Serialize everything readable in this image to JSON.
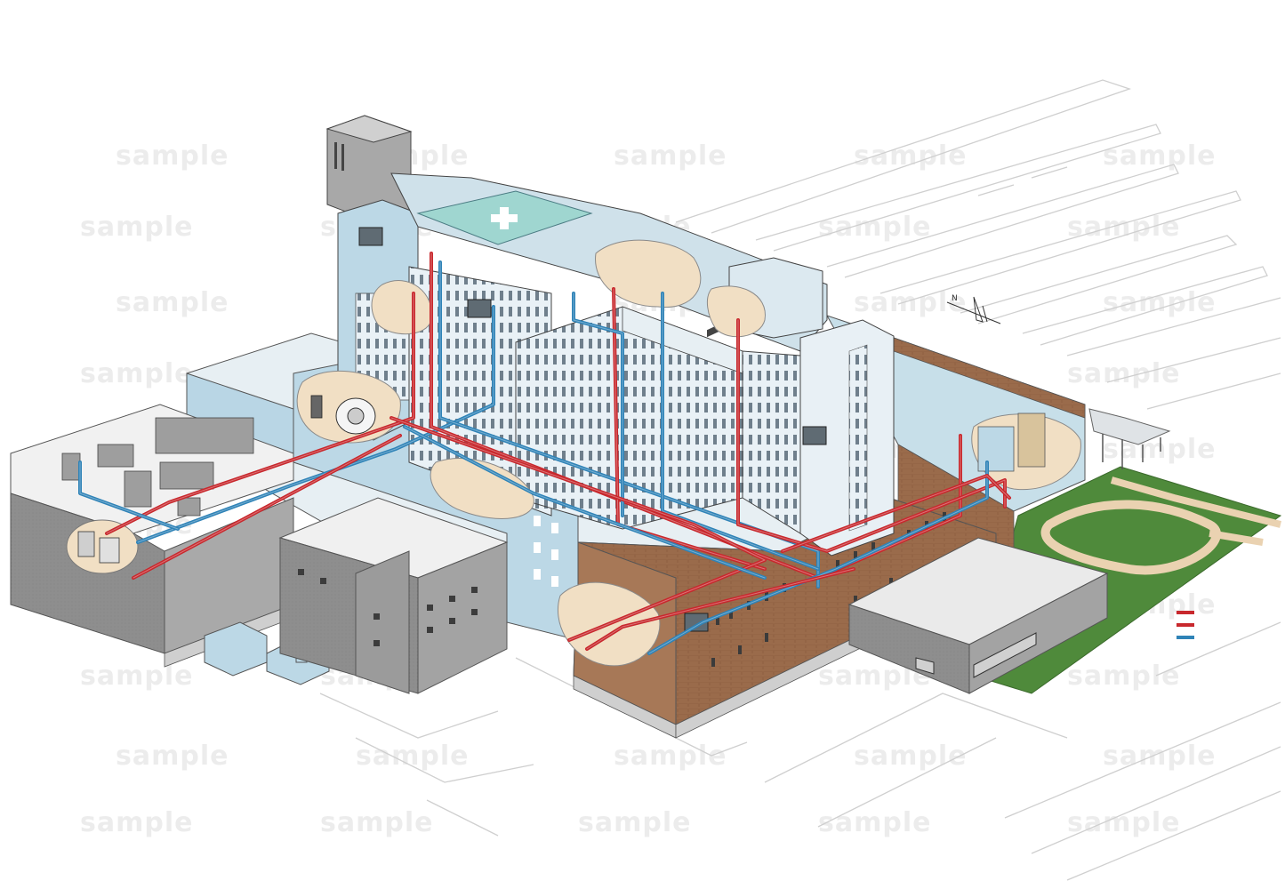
{
  "watermark": {
    "text": "sample"
  },
  "compass": {
    "label": "N"
  },
  "colors": {
    "supply_pipe": "#c8282d",
    "return_pipe": "#2f83b7",
    "curtain_wall": "#a9cde0",
    "brick": "#9a6b4b",
    "concrete": "#8f8f8f",
    "lawn": "#4f8a3b",
    "path": "#ead2b1",
    "room_cutaway": "#f1dfc4",
    "helipad": "#9fd6d0"
  },
  "icons": [
    "helipad-cross-icon",
    "air-handler-icon",
    "mri-scanner-icon",
    "boiler-icon",
    "compass-icon"
  ],
  "legend": {
    "swatches": [
      "supply_pipe",
      "supply_pipe",
      "return_pipe"
    ]
  }
}
